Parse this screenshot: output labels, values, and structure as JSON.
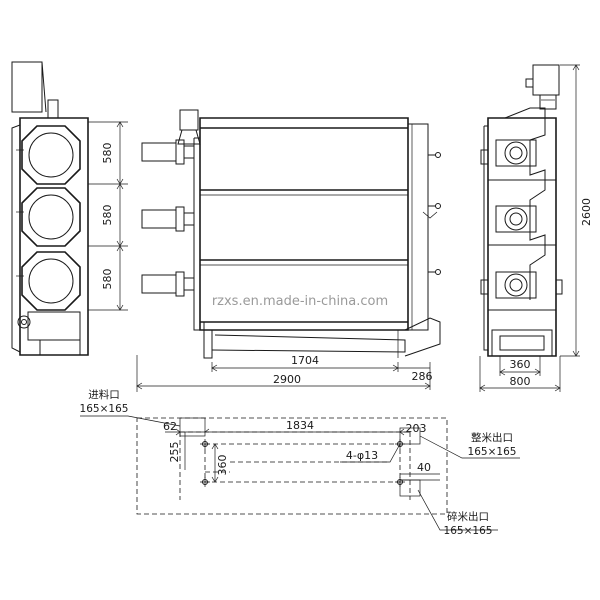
{
  "watermark": "rzxs.en.made-in-china.com",
  "side_view": {
    "dims": [
      "580",
      "580",
      "580"
    ]
  },
  "front_view": {
    "dims": {
      "length_inner": "1704",
      "length_outlet": "286",
      "length_total": "2900"
    }
  },
  "end_view": {
    "dims": {
      "height": "2600",
      "width_inner": "360",
      "width_total": "800"
    }
  },
  "plan_view": {
    "inlet_label": "进料口",
    "inlet_size": "165×165",
    "whole_rice_label": "整米出口",
    "whole_rice_size": "165×165",
    "broken_rice_label": "碎米出口",
    "broken_rice_size": "165×165",
    "dims": {
      "d62": "62",
      "d1834": "1834",
      "d203": "203",
      "d255": "255",
      "d360": "360",
      "d40": "40",
      "bolt_holes": "4-φ13"
    }
  }
}
